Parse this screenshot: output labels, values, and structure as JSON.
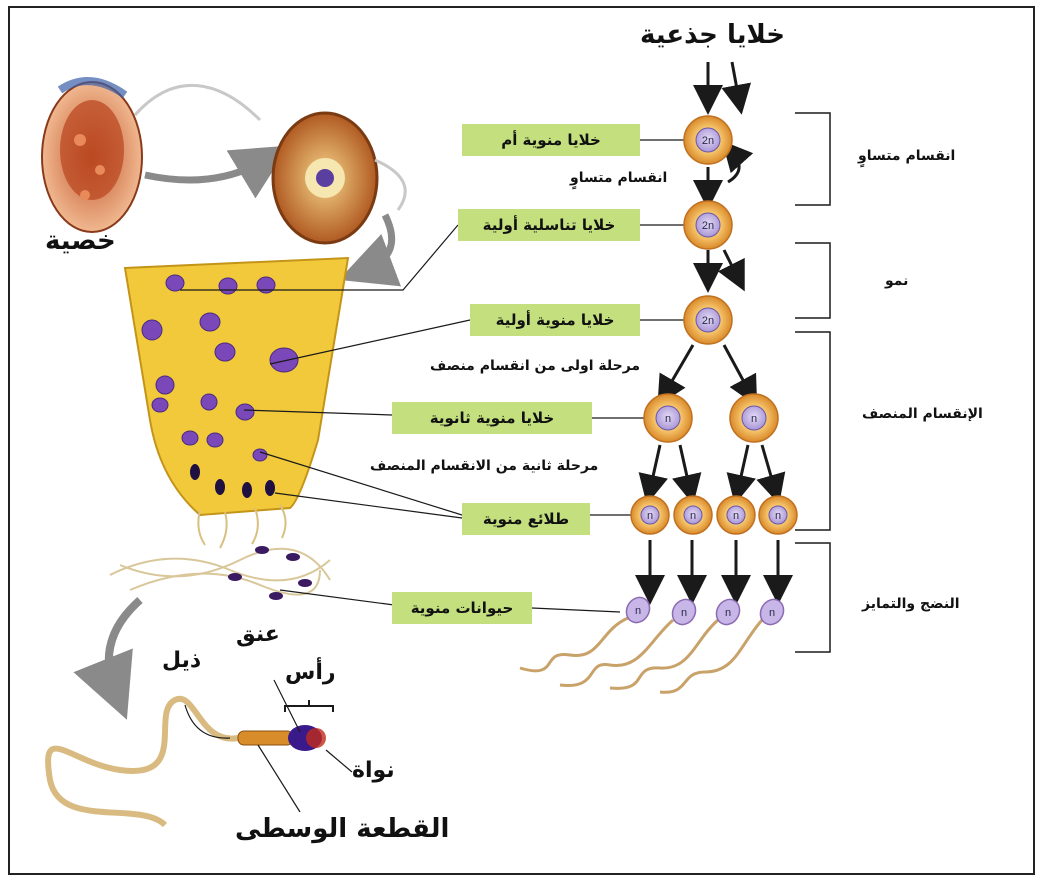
{
  "title": "خلايا جذعية",
  "stages": {
    "mitosis": "انقسام متساوٍ",
    "growth": "نمو",
    "meiosis": "الإنقسام المنصف",
    "maturation": "النضج والتمايز"
  },
  "cell_labels": {
    "spermatogonia": "خلايا منوية أم",
    "primordial": "خلايا تناسلية أولية",
    "primary": "خلايا منوية أولية",
    "secondary": "خلايا منوية ثانوية",
    "spermatids": "طلائع منوية",
    "sperm": "حيوانات منوية"
  },
  "step_labels": {
    "mitosis_step": "انقسام متساوٍ",
    "meiosis_first": "مرحلة اولى من انقسام منصف",
    "meiosis_second": "مرحلة ثانية من الانقسام المنصف"
  },
  "ploidy": {
    "diploid": "2n",
    "haploid": "n"
  },
  "organ": {
    "testis": "خصية"
  },
  "sperm_parts": {
    "tail": "ذيل",
    "neck": "عنق",
    "head": "رأس",
    "nucleus": "نواة",
    "midpiece": "القطعة الوسطى"
  },
  "colors": {
    "label_bg": "#c3df7e",
    "cell_outer": "#e8b04a",
    "cell_inner": "#c8b6e8",
    "tissue": "#f1c93b",
    "nucleus": "#6a3ea6",
    "arrow": "#1a1a1a"
  }
}
